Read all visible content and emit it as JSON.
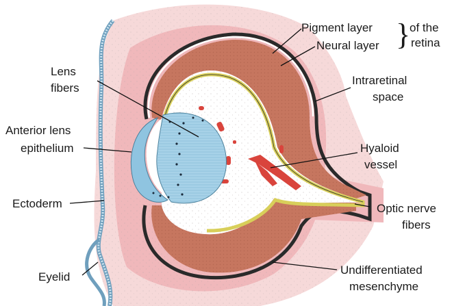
{
  "labels": {
    "pigment_layer": "Pigment layer",
    "neural_layer": "Neural layer",
    "of_the": "of the",
    "retina": "retina",
    "lens_fibers_1": "Lens",
    "lens_fibers_2": "fibers",
    "intraretinal_1": "Intraretinal",
    "intraretinal_2": "space",
    "anterior_lens_1": "Anterior lens",
    "anterior_lens_2": "epithelium",
    "hyaloid_1": "Hyaloid",
    "hyaloid_2": "vessel",
    "ectoderm": "Ectoderm",
    "optic_1": "Optic nerve",
    "optic_2": "fibers",
    "eyelid": "Eyelid",
    "undiff_1": "Undifferentiated",
    "undiff_2": "mesenchyme"
  },
  "colors": {
    "mesenchyme_outer": "#f6d9d9",
    "mesenchyme_inner": "#f0b8bb",
    "neural_layer": "#c6765f",
    "pigment_layer": "#2a2a2a",
    "lens": "#a7d2e8",
    "lens_epithelium": "#8fc4e0",
    "vitreous": "#ffffff",
    "hyaloid_vessel": "#d9443c",
    "optic_fibers": "#d8cf5a",
    "ectoderm": "#9cc6dc"
  }
}
